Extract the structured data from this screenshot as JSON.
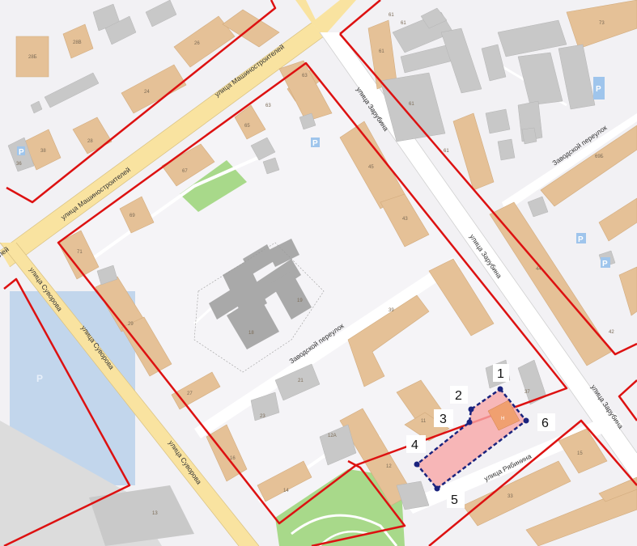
{
  "streets": {
    "mashinostroiteley_1": "улица Машиностроителей",
    "mashinostroiteley_2": "улица Машиностроителей",
    "mashinostroiteley_3": "лей",
    "zarubina_1": "улица Зарубина",
    "zarubina_2": "улица Зарубина",
    "zarubina_3": "улица Зарубина",
    "zavodskoy_1": "Заводской переулок",
    "zavodskoy_2": "Заводской переулок",
    "suvorova_1": "улица Суворова",
    "suvorova_2": "улица Суворова",
    "suvorova_3": "улица Суворова",
    "rabinina": "улица Рябинина"
  },
  "house_numbers": {
    "h28b": "28Б",
    "h28v": "28В",
    "h26": "26",
    "h24": "24",
    "h28a": "28",
    "h38": "38",
    "h36": "36",
    "h61a": "61",
    "h61b": "61",
    "h61c": "61",
    "h61d": "61",
    "h61e": "61",
    "h63a": "63",
    "h63b": "63",
    "h65": "65",
    "h45": "45",
    "h43": "43",
    "h67": "67",
    "h69": "69",
    "h71": "71",
    "h73": "73",
    "h69b": "69Б",
    "h44": "44",
    "h42": "42",
    "h19": "19",
    "h18": "18",
    "h39": "39",
    "h29": "29",
    "h27": "27",
    "h21": "21",
    "h23": "23",
    "h37": "37",
    "h16": "16",
    "h14": "14",
    "h12a": "12А",
    "h12": "12",
    "h13": "13",
    "h11": "11",
    "h15": "15",
    "h33": "33"
  },
  "parking": {
    "p1": "P",
    "p2": "P",
    "p3": "P",
    "p4": "P",
    "p5": "P",
    "p6": "P"
  },
  "point_labels": {
    "p1": "1",
    "p2": "2",
    "p3": "3",
    "p4": "4",
    "p5": "5",
    "p6": "6"
  },
  "colors": {
    "boundary": "#dd1111",
    "plot_outline": "#1a237e",
    "plot_fill": "#f7a7a7",
    "building": "#e5c197",
    "main_road": "#f9e3a0",
    "park": "#a8d98a",
    "water": "#bfd5ee",
    "gray_building": "#c6c6c6"
  },
  "plot_marker": "Н"
}
